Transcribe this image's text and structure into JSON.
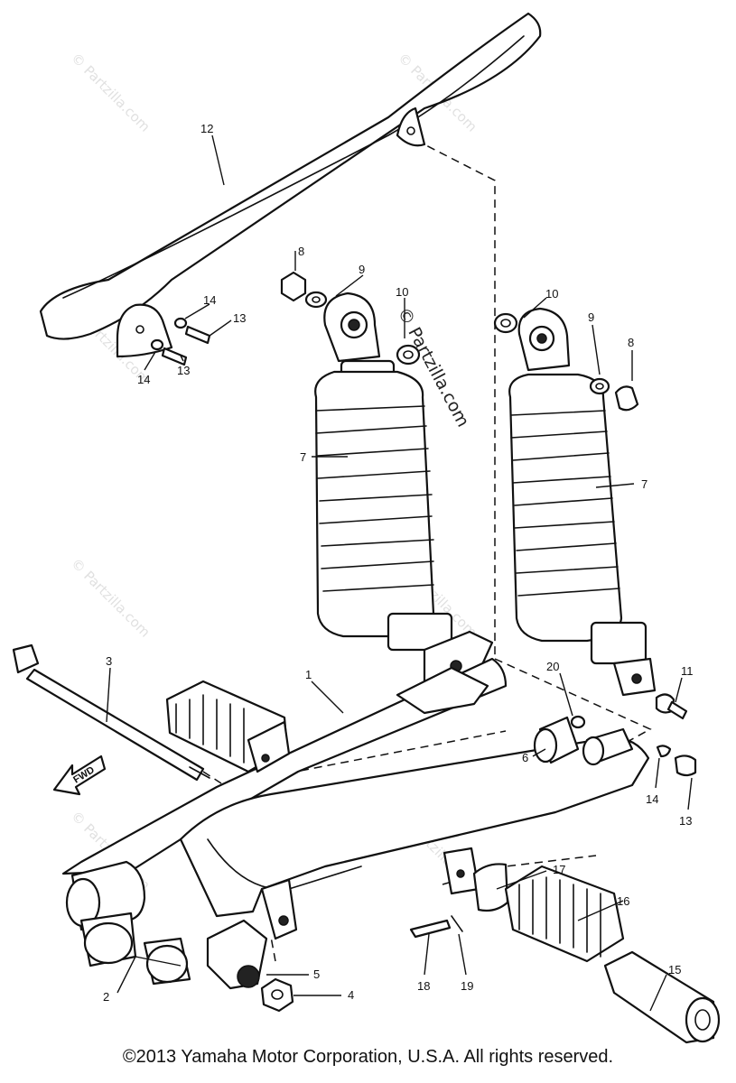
{
  "watermarks": {
    "faint": "© Partzilla.com",
    "main": "© Partzilla.com"
  },
  "fwd_label": "FWD",
  "callouts": {
    "c1": "1",
    "c2": "2",
    "c3": "3",
    "c4": "4",
    "c5": "5",
    "c6": "6",
    "c7a": "7",
    "c7b": "7",
    "c8a": "8",
    "c8b": "8",
    "c9a": "9",
    "c9b": "9",
    "c10a": "10",
    "c10b": "10",
    "c11": "11",
    "c12": "12",
    "c13a": "13",
    "c13b": "13",
    "c13c": "13",
    "c14a": "14",
    "c14b": "14",
    "c14c": "14",
    "c15": "15",
    "c16": "16",
    "c17": "17",
    "c18": "18",
    "c19": "19",
    "c20": "20"
  },
  "copyright": "©2013 Yamaha Motor Corporation, U.S.A. All rights reserved."
}
